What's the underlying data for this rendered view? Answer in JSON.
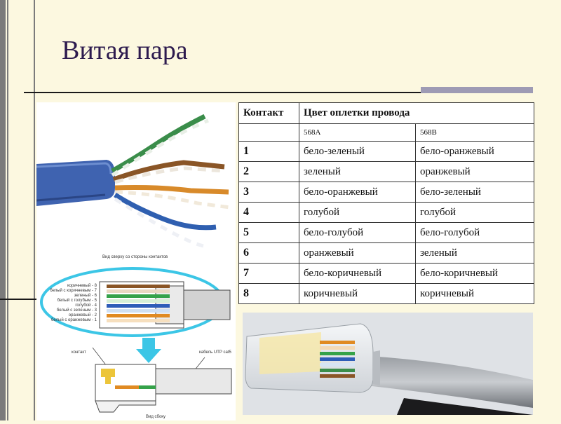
{
  "slide": {
    "title": "Витая пара"
  },
  "table": {
    "headers": {
      "contact": "Контакт",
      "color": "Цвет оплетки провода"
    },
    "standards": [
      "568A",
      "568B"
    ],
    "rows": [
      {
        "pin": "1",
        "a": "бело-зеленый",
        "b": "бело-оранжевый"
      },
      {
        "pin": "2",
        "a": "зеленый",
        "b": "оранжевый"
      },
      {
        "pin": "3",
        "a": "бело-оранжевый",
        "b": "бело-зеленый"
      },
      {
        "pin": "4",
        "a": "голубой",
        "b": "голубой"
      },
      {
        "pin": "5",
        "a": "бело-голубой",
        "b": "бело-голубой"
      },
      {
        "pin": "6",
        "a": "оранжевый",
        "b": "зеленый"
      },
      {
        "pin": "7",
        "a": "бело-коричневый",
        "b": "бело-коричневый"
      },
      {
        "pin": "8",
        "a": "коричневый",
        "b": "коричневый"
      }
    ]
  },
  "diagram": {
    "top_caption": "Вид сверху со стороны контактов",
    "wire_labels": [
      "коричневый - 8",
      "белый с коричневым - 7",
      "зеленый - 6",
      "белый с голубым - 5",
      "голубой - 4",
      "белый с зеленым - 3",
      "оранжевый - 2",
      "белый с оранжевым - 1"
    ],
    "contact_label": "контакт",
    "cable_label": "кабель UTP cat5",
    "bottom_caption": "Вид сбоку"
  }
}
